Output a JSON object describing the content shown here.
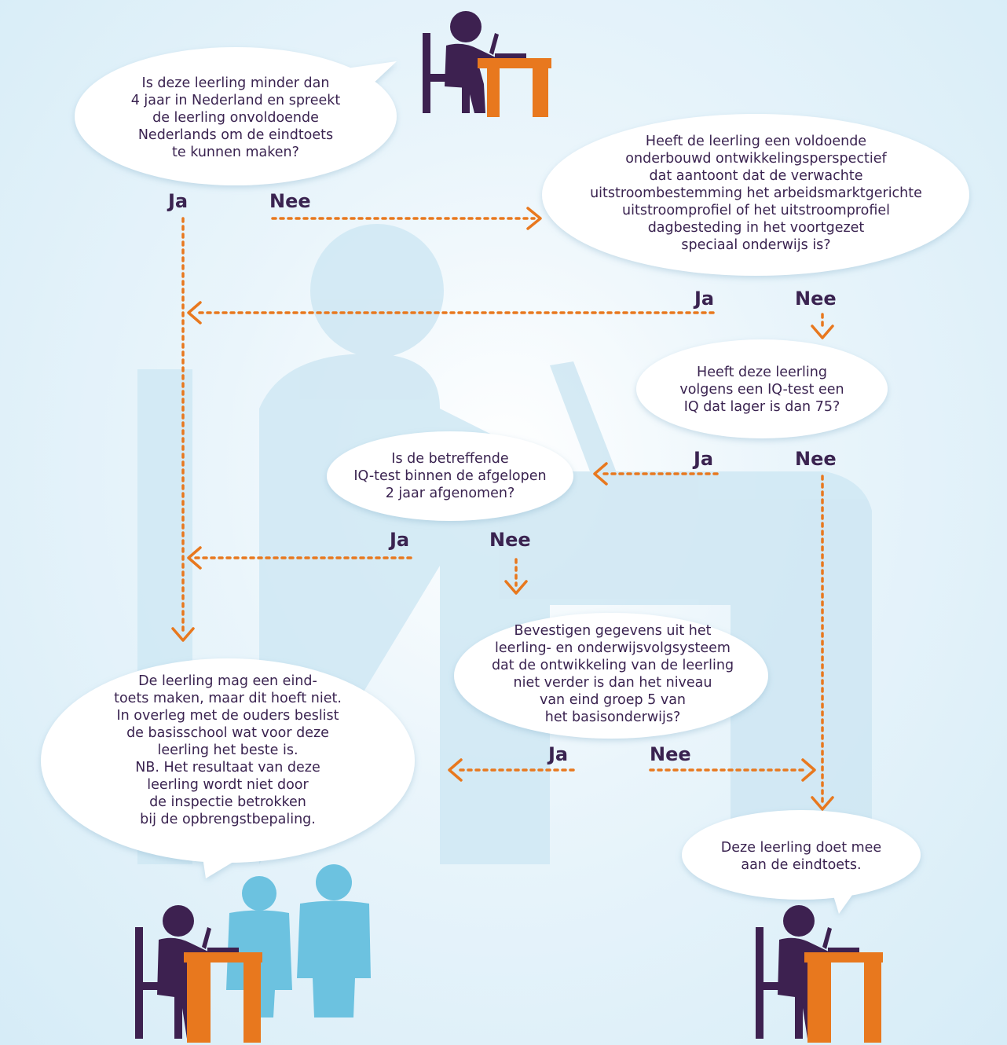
{
  "questions": {
    "q1": "Is deze leerling minder dan\n4 jaar in Nederland en spreekt\nde leerling onvoldoende\nNederlands om de eindtoets\nte kunnen maken?",
    "q2": "Heeft de leerling een voldoende\nonderbouwd ontwikkelingsperspectief\ndat aantoont dat de verwachte\nuitstroombestemming het arbeidsmarktgerichte\nuitstroomprofiel of het uitstroomprofiel\ndagbesteding in het voortgezet\nspeciaal onderwijs is?",
    "q3": "Heeft deze leerling\nvolgens een IQ-test een\nIQ dat lager is dan 75?",
    "q4": "Is de betreffende\nIQ-test binnen de afgelopen\n2 jaar afgenomen?",
    "q5": "Bevestigen gegevens uit het\nleerling- en onderwijsvolgsysteem\ndat de ontwikkeling van de leerling\nniet verder is dan het niveau\nvan eind groep 5 van\nhet basisonderwijs?"
  },
  "outcomes": {
    "exempt": "De leerling mag een eind-\ntoets maken, maar dit hoeft niet.\nIn overleg met de ouders beslist\nde basisschool wat voor deze\nleerling het beste is.\nNB. Het resultaat van deze\nleerling wordt niet door\nde inspectie betrokken\nbij de opbrengstbepaling.",
    "participates": "Deze leerling doet mee\naan de eindtoets."
  },
  "labels": {
    "yes": "Ja",
    "no": "Nee"
  },
  "colors": {
    "arrow": "#e8781e",
    "text": "#3a2350",
    "person_dark": "#3d2150",
    "person_light": "#6cc2e0",
    "desk": "#e8781e",
    "bubble": "#ffffff",
    "watermark": "#c9e3f1"
  },
  "icons": [
    "student-at-desk-icon",
    "parents-icon",
    "speech-bubble-icon"
  ]
}
